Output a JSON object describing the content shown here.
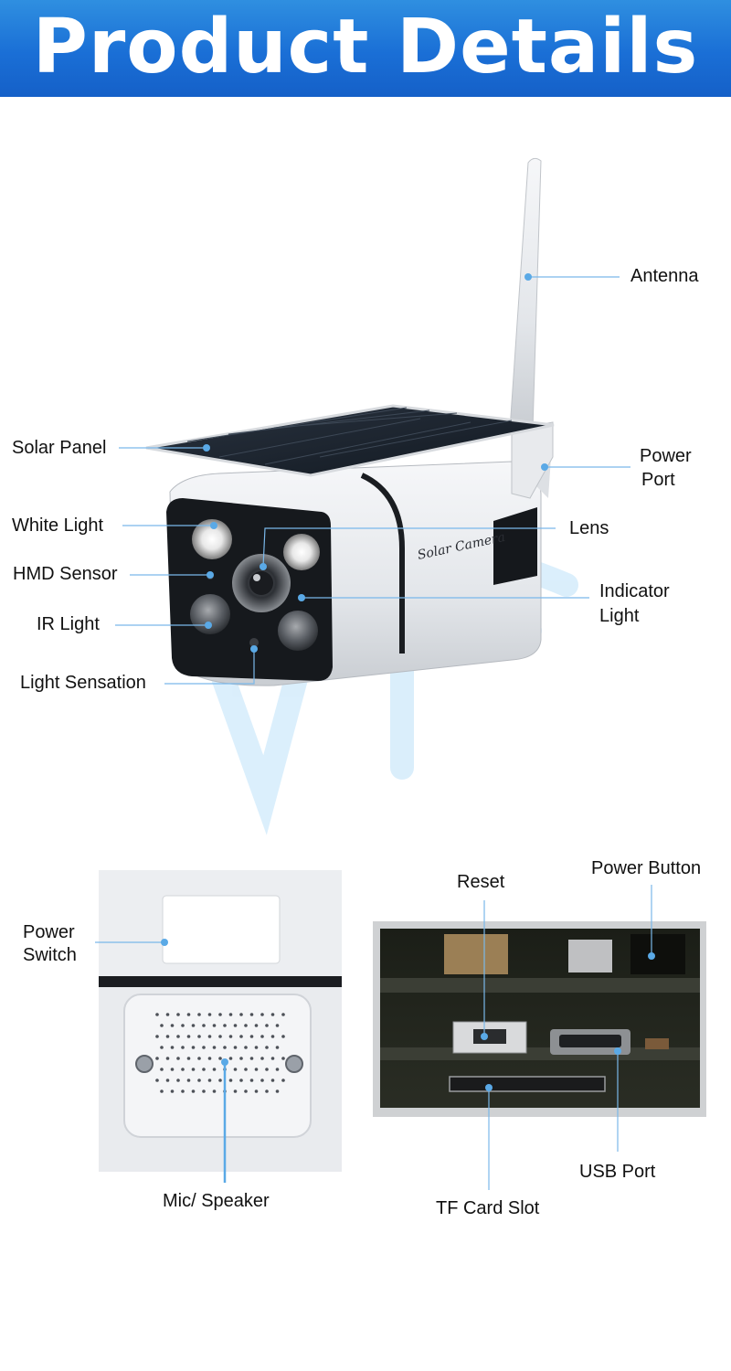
{
  "header": {
    "title": "Product Details"
  },
  "camera": {
    "brand_text": "Solar Camera",
    "callouts": {
      "antenna": "Antenna",
      "solar_panel": "Solar Panel",
      "power_port": [
        "Power",
        "Port"
      ],
      "white_light": "White Light",
      "lens": "Lens",
      "hmd_sensor": "HMD Sensor",
      "indicator_light": [
        "Indicator",
        "Light"
      ],
      "ir_light": "IR Light",
      "light_sensation": "Light Sensation"
    }
  },
  "detail_left": {
    "power_switch": [
      "Power",
      "Switch"
    ],
    "mic_speaker": "Mic/ Speaker"
  },
  "detail_right": {
    "reset": "Reset",
    "power_button": "Power Button",
    "usb_port": "USB Port",
    "tf_card_slot": "TF Card Slot"
  },
  "colors": {
    "banner": "#1a6fd6",
    "callout_line": "#7ab8ea",
    "callout_dot": "#5aa9e6"
  }
}
